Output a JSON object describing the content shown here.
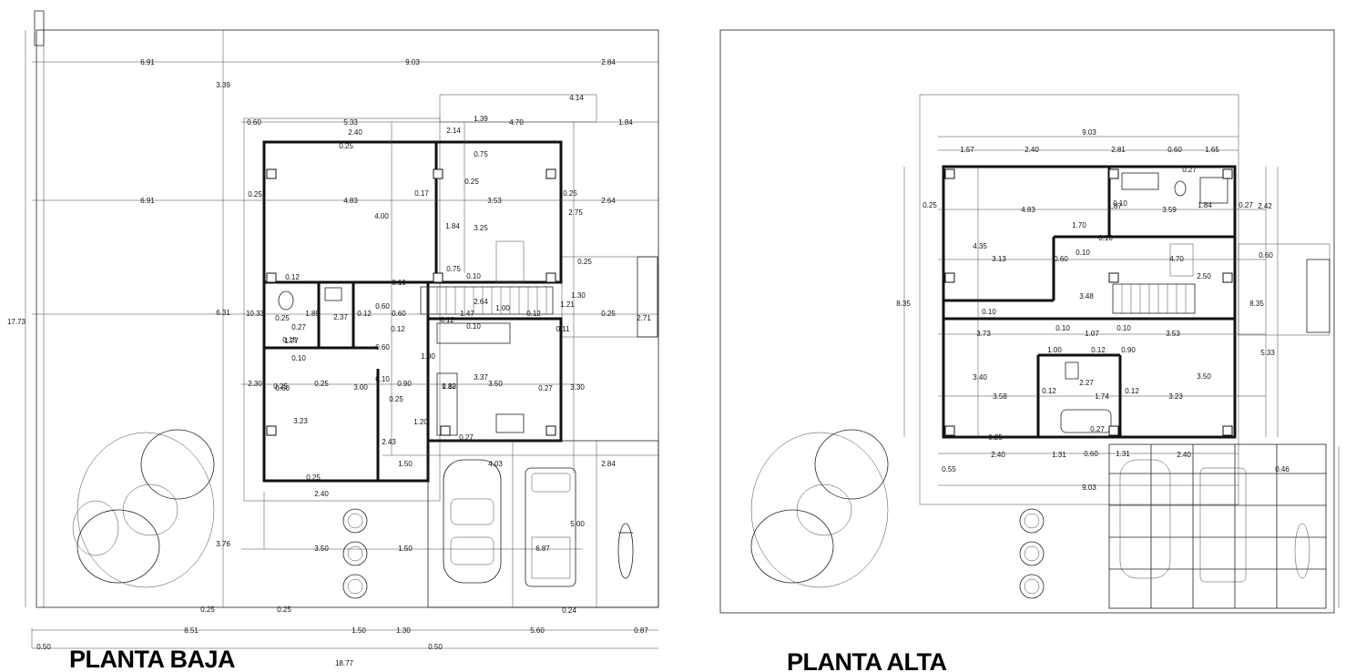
{
  "titles": {
    "left": "PLANTA BAJA",
    "right": "PLANTA ALTA"
  },
  "planta_baja": {
    "dimensions": [
      "6.91",
      "9.03",
      "2.84",
      "3.39",
      "4.14",
      "0.60",
      "5.33",
      "1.39",
      "4.70",
      "1.84",
      "2.40",
      "2.14",
      "0.25",
      "0.75",
      "0.25",
      "6.91",
      "4.83",
      "0.17",
      "3.53",
      "0.25",
      "2.64",
      "0.25",
      "4.00",
      "2.75",
      "1.84",
      "3.25",
      "0.10",
      "0.75",
      "0.10",
      "0.12",
      "0.25",
      "17.73",
      "6.31",
      "10.33",
      "0.60",
      "1.30",
      "1.89",
      "2.37",
      "0.12",
      "0.60",
      "1.47",
      "2.64",
      "1.00",
      "0.12",
      "1.21",
      "0.25",
      "2.71",
      "0.25",
      "0.27",
      "1.77",
      "0.12",
      "0.10",
      "0.11",
      "0.15",
      "0.12",
      "0.10",
      "0.60",
      "1.00",
      "2.30",
      "0.60",
      "0.25",
      "3.00",
      "0.10",
      "0.90",
      "1.80",
      "3.37",
      "3.50",
      "0.27",
      "3.30",
      "0.25",
      "0.12",
      "0.25",
      "3.23",
      "1.20",
      "2.43",
      "0.27",
      "0.25",
      "1.50",
      "4.03",
      "2.84",
      "2.40",
      "3.76",
      "5.00",
      "3.50",
      "1.50",
      "6.87",
      "0.25",
      "0.25",
      "0.24",
      "8.51",
      "1.50",
      "1.30",
      "5.60",
      "0.87",
      "0.50",
      "0.50",
      "18.77"
    ]
  },
  "planta_alta": {
    "dimensions": [
      "9.03",
      "1.57",
      "2.40",
      "2.81",
      "0.60",
      "1.65",
      "0.27",
      "0.10",
      "1.84",
      "0.25",
      "4.83",
      "1.87",
      "3.59",
      "0.27",
      "2.42",
      "1.70",
      "4.35",
      "0.10",
      "0.10",
      "3.13",
      "0.60",
      "4.70",
      "0.60",
      "2.50",
      "8.35",
      "3.48",
      "8.35",
      "0.10",
      "0.10",
      "1.07",
      "0.10",
      "3.73",
      "3.53",
      "1.00",
      "0.12",
      "0.90",
      "5.33",
      "3.40",
      "2.27",
      "3.50",
      "0.12",
      "3.58",
      "1.74",
      "0.12",
      "3.23",
      "0.27",
      "0.25",
      "2.40",
      "1.31",
      "0.60",
      "1.31",
      "2.40",
      "0.55",
      "0.46",
      "9.03"
    ]
  }
}
